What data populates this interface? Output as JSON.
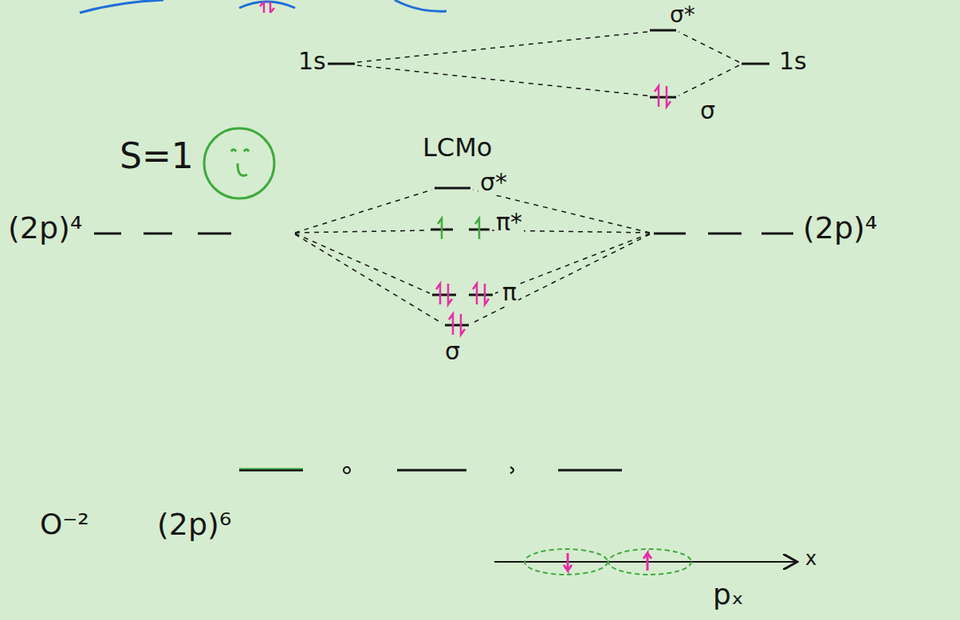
{
  "diagram": {
    "labels": [
      "σ*",
      "1s",
      "1s",
      "σ",
      "S=1",
      "LCMo",
      "σ*",
      "π*",
      "(2p)⁴",
      "π",
      "σ",
      "(2p)⁴",
      "O⁻²",
      "(2p)⁶",
      "x",
      "pₓ"
    ]
  }
}
